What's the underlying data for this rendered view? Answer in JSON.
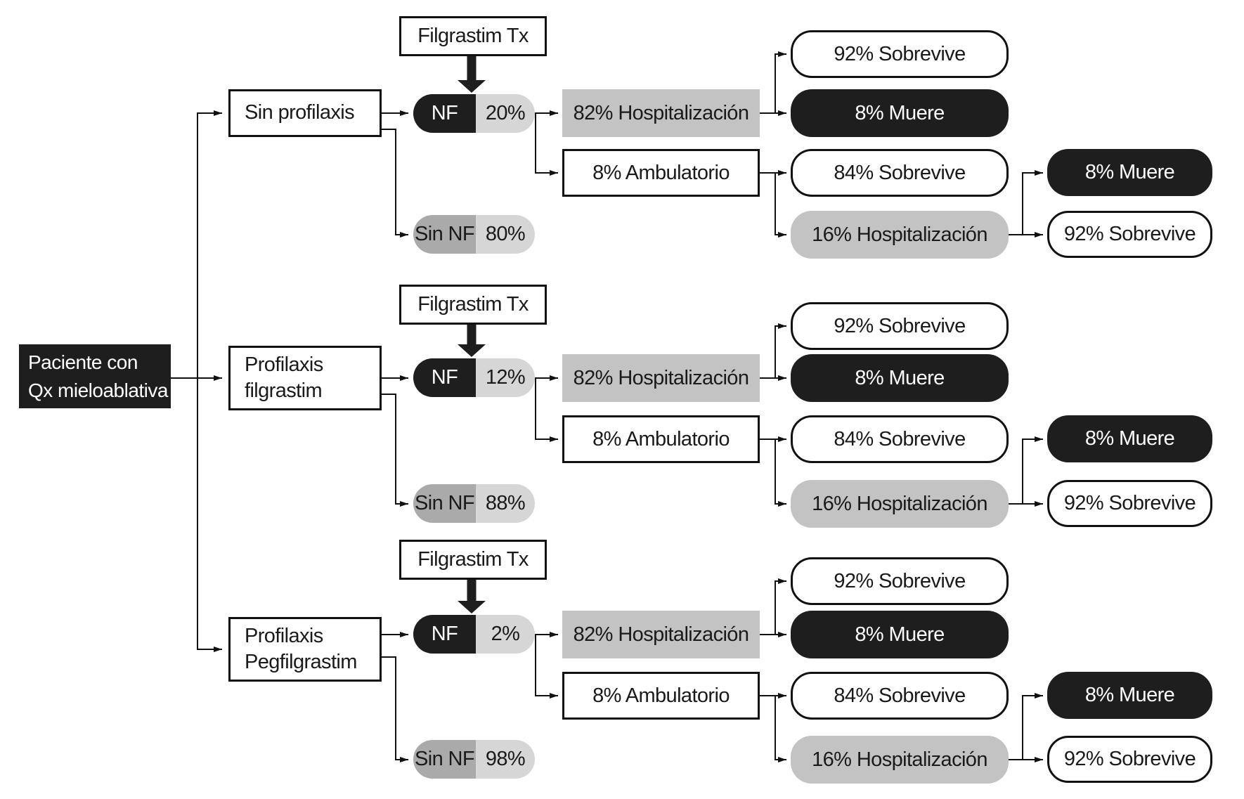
{
  "diagram": {
    "title_hint": "Árbol de decisión: profilaxis con filgrastim / pegfilgrastim",
    "colors": {
      "black_fill": "#1e1e1e",
      "gray_fill": "#c3c3c3",
      "pill_dark_gray": "#aaaaaa",
      "pill_light_gray": "#d6d6d6",
      "line": "#111111"
    },
    "root": {
      "line1": "Paciente con",
      "line2": "Qx mieloablativa"
    },
    "trees": [
      {
        "branch_line1": "Sin profilaxis",
        "branch_line2": "",
        "treatment": "Filgrastim Tx",
        "nf": "NF",
        "nf_pct": "20%",
        "sin_nf": "Sin NF",
        "sin_nf_pct": "80%",
        "hosp": "82% Hospitalización",
        "amb": "8% Ambulatorio",
        "sobrevive_hosp": "92% Sobrevive",
        "muere_hosp": "8% Muere",
        "sobrevive_amb": "84% Sobrevive",
        "rehosp": "16% Hospitalización",
        "muere_rehosp": "8% Muere",
        "sobrevive_rehosp": "92% Sobrevive"
      },
      {
        "branch_line1": "Profilaxis",
        "branch_line2": "filgrastim",
        "treatment": "Filgrastim Tx",
        "nf": "NF",
        "nf_pct": "12%",
        "sin_nf": "Sin NF",
        "sin_nf_pct": "88%",
        "hosp": "82% Hospitalización",
        "amb": "8% Ambulatorio",
        "sobrevive_hosp": "92% Sobrevive",
        "muere_hosp": "8% Muere",
        "sobrevive_amb": "84% Sobrevive",
        "rehosp": "16% Hospitalización",
        "muere_rehosp": "8% Muere",
        "sobrevive_rehosp": "92% Sobrevive"
      },
      {
        "branch_line1": "Profilaxis",
        "branch_line2": "Pegfilgrastim",
        "treatment": "Filgrastim Tx",
        "nf": "NF",
        "nf_pct": "2%",
        "sin_nf": "Sin NF",
        "sin_nf_pct": "98%",
        "hosp": "82% Hospitalización",
        "amb": "8% Ambulatorio",
        "sobrevive_hosp": "92% Sobrevive",
        "muere_hosp": "8% Muere",
        "sobrevive_amb": "84% Sobrevive",
        "rehosp": "16% Hospitalización",
        "muere_rehosp": "8% Muere",
        "sobrevive_rehosp": "92% Sobrevive"
      }
    ]
  }
}
